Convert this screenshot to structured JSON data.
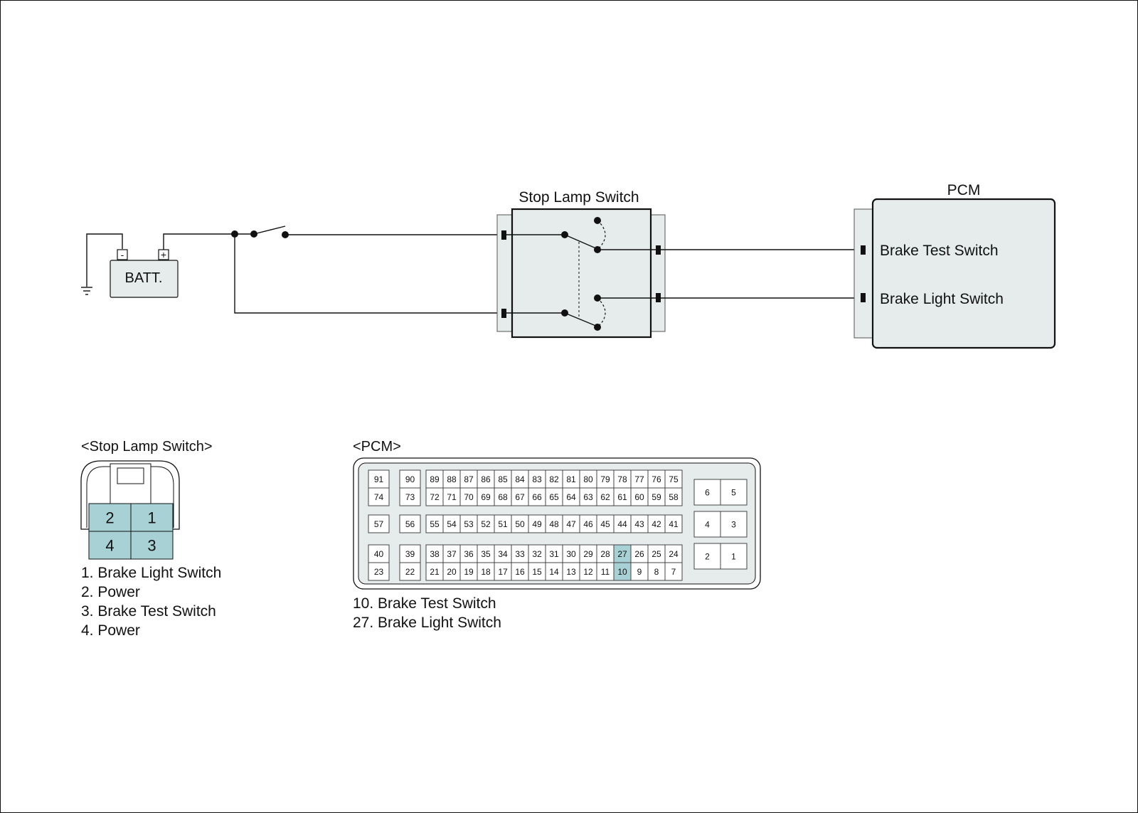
{
  "circuit": {
    "battery_label": "BATT.",
    "battery_negative": "-",
    "battery_positive": "+",
    "stop_lamp_switch_title": "Stop Lamp Switch",
    "pcm_title": "PCM",
    "pcm_inputs": [
      "Brake Test Switch",
      "Brake Light Switch"
    ]
  },
  "stop_lamp_connector": {
    "title": "<Stop Lamp Switch>",
    "pins": [
      {
        "id": "2",
        "highlighted": true
      },
      {
        "id": "1",
        "highlighted": true
      },
      {
        "id": "4",
        "highlighted": true
      },
      {
        "id": "3",
        "highlighted": true
      }
    ],
    "legend": [
      "1. Brake Light Switch",
      "2. Power",
      "3. Brake Test Switch",
      "4. Power"
    ]
  },
  "pcm_connector": {
    "title": "<PCM>",
    "highlighted_pins": [
      "27",
      "10"
    ],
    "rows": [
      [
        "91",
        "90",
        "89",
        "88",
        "87",
        "86",
        "85",
        "84",
        "83",
        "82",
        "81",
        "80",
        "79",
        "78",
        "77",
        "76",
        "75"
      ],
      [
        "74",
        "73",
        "72",
        "71",
        "70",
        "69",
        "68",
        "67",
        "66",
        "65",
        "64",
        "63",
        "62",
        "61",
        "60",
        "59",
        "58"
      ],
      [
        "57",
        "56",
        "55",
        "54",
        "53",
        "52",
        "51",
        "50",
        "49",
        "48",
        "47",
        "46",
        "45",
        "44",
        "43",
        "42",
        "41"
      ],
      [
        "40",
        "39",
        "38",
        "37",
        "36",
        "35",
        "34",
        "33",
        "32",
        "31",
        "30",
        "29",
        "28",
        "27",
        "26",
        "25",
        "24"
      ],
      [
        "23",
        "22",
        "21",
        "20",
        "19",
        "18",
        "17",
        "16",
        "15",
        "14",
        "13",
        "12",
        "11",
        "10",
        "9",
        "8",
        "7"
      ]
    ],
    "right_pins": [
      [
        "6",
        "5"
      ],
      [
        "4",
        "3"
      ],
      [
        "2",
        "1"
      ]
    ],
    "legend": [
      "10. Brake Test Switch",
      "27. Brake Light Switch"
    ]
  },
  "colors": {
    "component_fill": "#e5eceb",
    "pin_highlight": "#a8d1d6",
    "line": "#111111"
  }
}
